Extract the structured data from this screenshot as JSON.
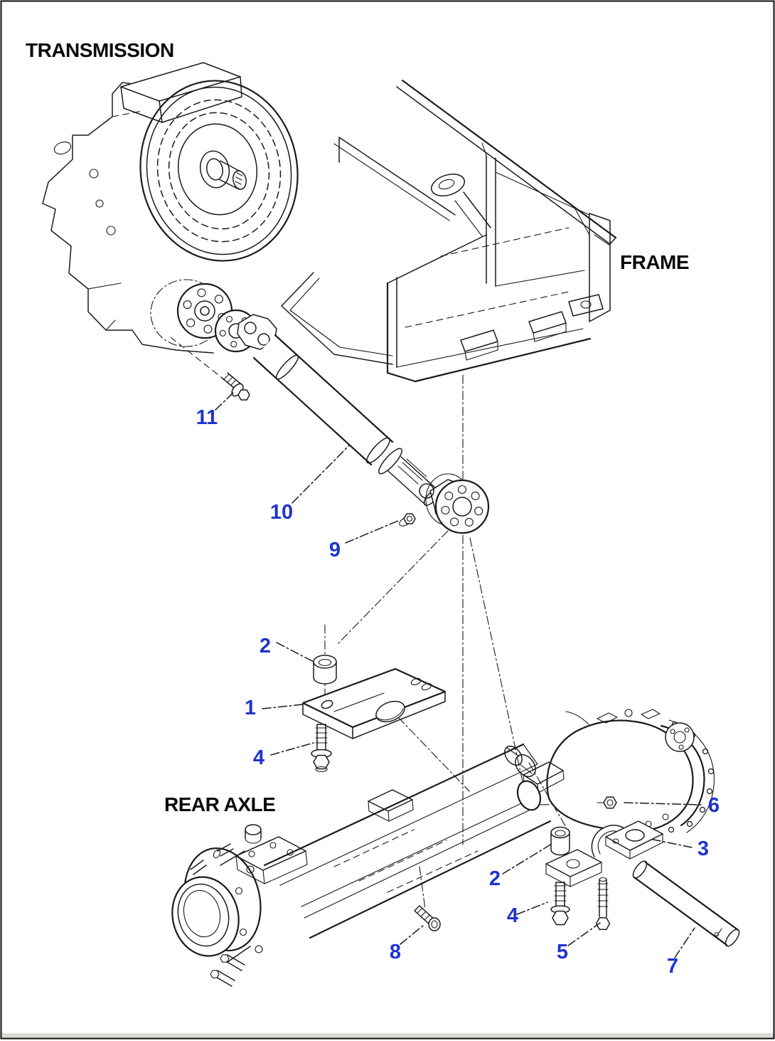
{
  "colors": {
    "line": "#1a1a1a",
    "callout": "#1e34cd",
    "border": "#111111",
    "bottom_strip": "#dcdcd4"
  },
  "labels": {
    "transmission": "TRANSMISSION",
    "frame": "FRAME",
    "rear_axle": "REAR AXLE"
  },
  "callouts": [
    {
      "n": "11"
    },
    {
      "n": "10"
    },
    {
      "n": "9"
    },
    {
      "n": "2"
    },
    {
      "n": "1"
    },
    {
      "n": "4"
    },
    {
      "n": "6"
    },
    {
      "n": "3"
    },
    {
      "n": "2"
    },
    {
      "n": "4"
    },
    {
      "n": "5"
    },
    {
      "n": "8"
    },
    {
      "n": "7"
    }
  ]
}
